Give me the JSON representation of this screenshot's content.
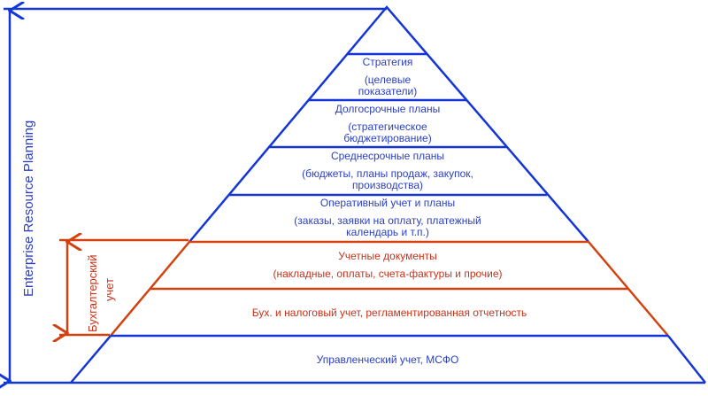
{
  "colors": {
    "blue": "#1436d6",
    "red": "#d2410e"
  },
  "side_labels": {
    "erp": "Enterprise Resource Planning",
    "accounting_line1": "Бухгалтерский",
    "accounting_line2": "учет"
  },
  "levels": [
    {
      "title": "Стратегия",
      "lines": [
        "(целевые",
        "показатели)"
      ],
      "color": "blue"
    },
    {
      "title": "Долгосрочные  планы",
      "lines": [
        "(стратегическое",
        "бюджетирование)"
      ],
      "color": "blue"
    },
    {
      "title": "Среднесрочные  планы",
      "lines": [
        "(бюджеты,  планы  продаж,  закупок,",
        "производства)"
      ],
      "color": "blue"
    },
    {
      "title": "Оперативный  учет и планы",
      "lines": [
        "(заказы,  заявки  на оплату,  платежный",
        "календарь  и т.п.)"
      ],
      "color": "blue"
    },
    {
      "title": "Учетные  документы",
      "lines": [
        "(накладные,  оплаты,  счета-фактуры  и прочие)"
      ],
      "color": "red"
    },
    {
      "title": "Бух.  и налоговый  учет,  регламентированная  отчетность",
      "lines": [],
      "color": "red"
    },
    {
      "title": "Управленческий  учет,  МСФО",
      "lines": [],
      "color": "blue"
    }
  ]
}
